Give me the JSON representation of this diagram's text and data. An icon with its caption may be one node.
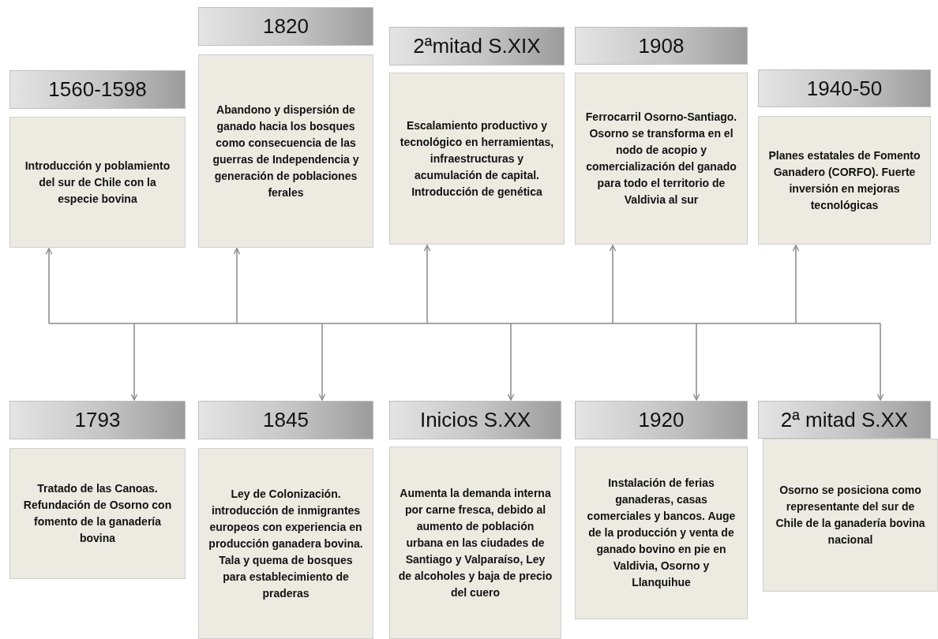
{
  "diagram": {
    "nodes": [
      {
        "text": [
          "1560-1598"
        ]
      },
      {
        "text": [
          "Introducción y poblamiento del sur de Chile con la especie bovina"
        ]
      },
      {
        "text": [
          "1820"
        ]
      },
      {
        "text": [
          "Abandono y dispersión de ganado hacia los bosques como consecuencia de las guerras de Independencia y generación de poblaciones ferales"
        ]
      },
      {
        "text": [
          "2ªmitad S.XIX"
        ]
      },
      {
        "text": [
          "Escalamiento productivo y tecnológico en herramientas, infraestructuras y acumulación de capital. Introducción de genética"
        ]
      },
      {
        "text": [
          "1908"
        ]
      },
      {
        "text": [
          "Ferrocarril Osorno-Santiago. Osorno se transforma en el nodo de acopio y comercialización del ganado para todo el territorio de Valdivia al sur"
        ]
      },
      {
        "text": [
          "1940-50"
        ]
      },
      {
        "text": [
          "Planes estatales de Fomento Ganadero (CORFO). Fuerte inversión en mejoras tecnológicas"
        ]
      },
      {
        "text": [
          "1793"
        ]
      },
      {
        "text": [
          "Tratado de las Canoas. Refundación de Osorno con fomento de la ganadería bovina"
        ]
      },
      {
        "text": [
          "1845"
        ]
      },
      {
        "text": [
          "Ley de Colonización. introducción de inmigrantes europeos con experiencia en producción ganadera bovina. Tala y quema de bosques para establecimiento de praderas"
        ]
      },
      {
        "text": [
          "Inicios S.XX"
        ]
      },
      {
        "text": [
          "Aumenta la demanda interna por carne fresca, debido al aumento de población urbana en las ciudades de Santiago y Valparaíso, Ley de alcoholes y baja de precio del cuero"
        ]
      },
      {
        "text": [
          "1920"
        ]
      },
      {
        "text": [
          "Instalación de ferias ganaderas, casas comerciales y bancos. Auge de la producción y venta de ganado bovino en pie en Valdivia, Osorno y Llanquihue"
        ]
      },
      {
        "text": [
          "2ª mitad S.XX"
        ]
      },
      {
        "text": [
          "Osorno se posiciona como representante del sur de Chile de la ganadería bovina nacional"
        ]
      }
    ],
    "edges": [
      {
        "from": null,
        "to": 1,
        "arrow": "to"
      },
      {
        "from": null,
        "to": 3,
        "arrow": "to"
      },
      {
        "from": null,
        "to": 5,
        "arrow": "to"
      },
      {
        "from": null,
        "to": 7,
        "arrow": "to"
      },
      {
        "from": null,
        "to": 9,
        "arrow": "to"
      },
      {
        "from": null,
        "to": 10,
        "arrow": "to"
      },
      {
        "from": null,
        "to": 12,
        "arrow": "to"
      },
      {
        "from": null,
        "to": 14,
        "arrow": "to"
      },
      {
        "from": null,
        "to": 16,
        "arrow": "to"
      },
      {
        "from": null,
        "to": 18,
        "arrow": "to"
      }
    ]
  }
}
